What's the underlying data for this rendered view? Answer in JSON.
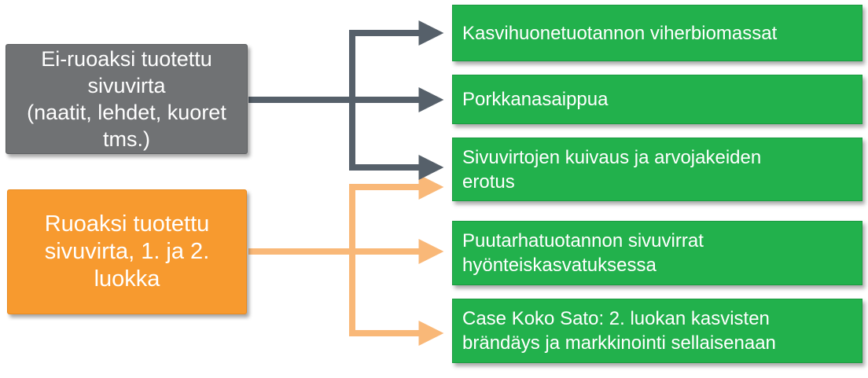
{
  "sources": [
    {
      "label": "Ei-ruoaksi tuotettu\nsivuvirta\n(naatit, lehdet, kuoret\ntms.)",
      "color": "#707274"
    },
    {
      "label": "Ruoaksi tuotettu\nsivuvirta, 1. ja 2.\nluokka",
      "color": "#f79a2f"
    }
  ],
  "targets": [
    {
      "label": "Kasvihuonetuotannon viherbiomassat"
    },
    {
      "label": "Porkkanasaippua"
    },
    {
      "label": "Sivuvirtojen kuivaus ja arvojakeiden\nerotus"
    },
    {
      "label": "Puutarhatuotannon sivuvirrat\nhyönteiskasvatuksessa"
    },
    {
      "label": "Case Koko Sato: 2. luokan kasvisten\nbrändäys ja markkinointi sellaisenaan"
    }
  ],
  "colors": {
    "grey_arrow": "#56606a",
    "orange_arrow": "#f9b878",
    "target_fill": "#22b14c"
  }
}
